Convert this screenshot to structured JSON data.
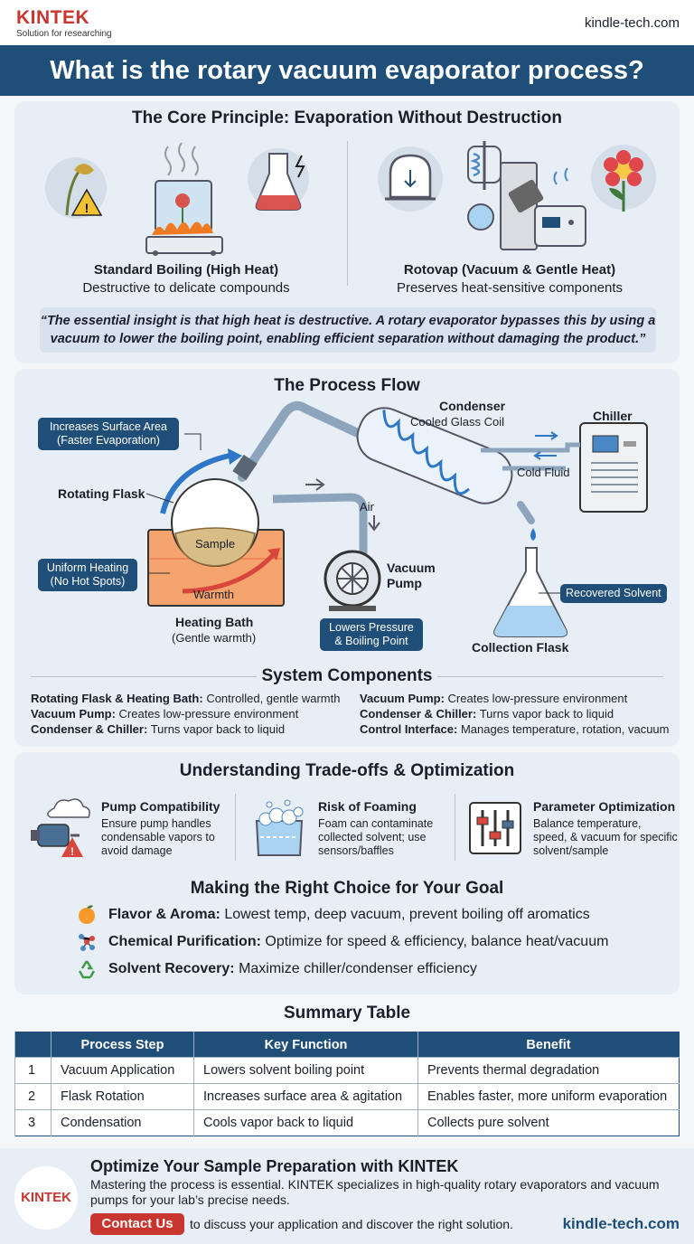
{
  "header": {
    "brand": "KINTEK",
    "tagline": "Solution for researching",
    "site": "kindle-tech.com",
    "title": "What is the rotary vacuum evaporator process?"
  },
  "core": {
    "title": "The Core Principle: Evaporation Without Destruction",
    "left_title": "Standard Boiling (High Heat)",
    "left_sub": "Destructive to delicate compounds",
    "right_title": "Rotovap (Vacuum & Gentle Heat)",
    "right_sub": "Preserves heat-sensitive components",
    "quote": "“The essential insight is that high heat is destructive. A rotary evaporator bypasses this by using a vacuum to lower the boiling point, enabling efficient separation without damaging the product.”"
  },
  "flow": {
    "title": "The Process Flow",
    "tag_surface": "Increases Surface Area (Faster Evaporation)",
    "tag_uniform": "Uniform Heating (No Hot Spots)",
    "tag_lowers": "Lowers Pressure & Boiling Point",
    "tag_recovered": "Recovered Solvent",
    "rotating_flask": "Rotating Flask",
    "sample": "Sample",
    "warmth": "Warmth",
    "heating_bath": "Heating Bath",
    "heating_bath_sub": "(Gentle warmth)",
    "condenser": "Condenser",
    "condenser_sub": "Cooled Glass Coil",
    "chiller": "Chiller",
    "cold_fluid": "Cold Fluid",
    "air": "Air",
    "vacuum_pump": "Vacuum Pump",
    "collection_flask": "Collection Flask"
  },
  "components": {
    "title": "System Components",
    "items": [
      {
        "name": "Rotating Flask & Heating Bath:",
        "desc": "Controlled, gentle warmth"
      },
      {
        "name": "Vacuum Pump:",
        "desc": "Creates low-pressure environment"
      },
      {
        "name": "Vacuum Pump:",
        "desc": "Creates low-pressure environment"
      },
      {
        "name": "Condenser & Chiller:",
        "desc": "Turns vapor back to liquid"
      },
      {
        "name": "Condenser & Chiller:",
        "desc": "Turns vapor back to liquid"
      },
      {
        "name": "Control Interface:",
        "desc": "Manages temperature, rotation, vacuum"
      }
    ]
  },
  "tradeoffs": {
    "title": "Understanding Trade-offs & Optimization",
    "items": [
      {
        "title": "Pump Compatibility",
        "text": "Ensure pump handles condensable vapors to avoid damage"
      },
      {
        "title": "Risk of Foaming",
        "text": "Foam can contaminate collected solvent; use sensors/baffles"
      },
      {
        "title": "Parameter Optimization",
        "text": "Balance temperature, speed, & vacuum for specific solvent/sample"
      }
    ],
    "goal_title": "Making the Right Choice for Your Goal",
    "goals": [
      {
        "name": "Flavor & Aroma:",
        "desc": "Lowest temp, deep vacuum, prevent boiling off aromatics"
      },
      {
        "name": "Chemical Purification:",
        "desc": "Optimize for speed & efficiency, balance heat/vacuum"
      },
      {
        "name": "Solvent Recovery:",
        "desc": "Maximize chiller/condenser efficiency"
      }
    ]
  },
  "summary": {
    "title": "Summary Table",
    "headers": [
      "",
      "Process Step",
      "Key Function",
      "Benefit"
    ],
    "rows": [
      [
        "1",
        "Vacuum Application",
        "Lowers solvent boiling point",
        "Prevents thermal degradation"
      ],
      [
        "2",
        "Flask Rotation",
        "Increases surface area & agitation",
        "Enables faster, more uniform evaporation"
      ],
      [
        "3",
        "Condensation",
        "Cools vapor back to liquid",
        "Collects pure solvent"
      ]
    ]
  },
  "footer": {
    "logo": "KINTEK",
    "title": "Optimize Your Sample Preparation with KINTEK",
    "text": "Mastering the process is essential. KINTEK specializes in high-quality rotary evaporators and vacuum pumps for your lab’s precise needs.",
    "cta": "Contact Us",
    "cta_text": "to discuss your application and discover the right solution.",
    "site": "kindle-tech.com"
  },
  "colors": {
    "brand_red": "#c8362f",
    "navy": "#1f4e79",
    "panel": "#e7eef5"
  }
}
